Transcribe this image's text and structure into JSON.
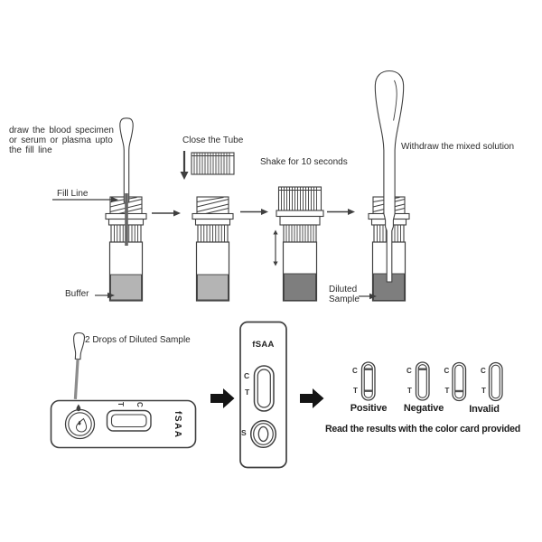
{
  "labels": {
    "step1_instruction_lines": [
      "draw the blood specimen",
      "or serum or plasma upto",
      "the fill line"
    ],
    "fill_line": "Fill Line",
    "buffer": "Buffer",
    "close_tube": "Close the Tube",
    "shake": "Shake for 10 seconds",
    "withdraw": "Withdraw the mixed solution",
    "diluted_sample_lines": [
      "Diluted",
      "Sample"
    ],
    "drops": "2 Drops of Diluted Sample",
    "brand": "fSAA",
    "c": "C",
    "t": "T",
    "s": "S"
  },
  "results": {
    "positive": {
      "label": "Positive",
      "lines_visible": [
        "C",
        "T"
      ]
    },
    "negative": {
      "label": "Negative",
      "lines_visible": [
        "C"
      ]
    },
    "invalid": {
      "label": "Invalid",
      "windows": [
        {
          "lines_visible": [
            "T"
          ]
        },
        {
          "lines_visible": []
        }
      ]
    },
    "note": "Read the results with the color card provided"
  },
  "colors": {
    "line": "#3f3f3f",
    "buffer_light": "#b4b4b4",
    "buffer_dark": "#7e7e7e",
    "dropper_stem_gray": "#8c8c8c",
    "arrow_black": "#141414",
    "result_line": "#4f4f4f"
  }
}
